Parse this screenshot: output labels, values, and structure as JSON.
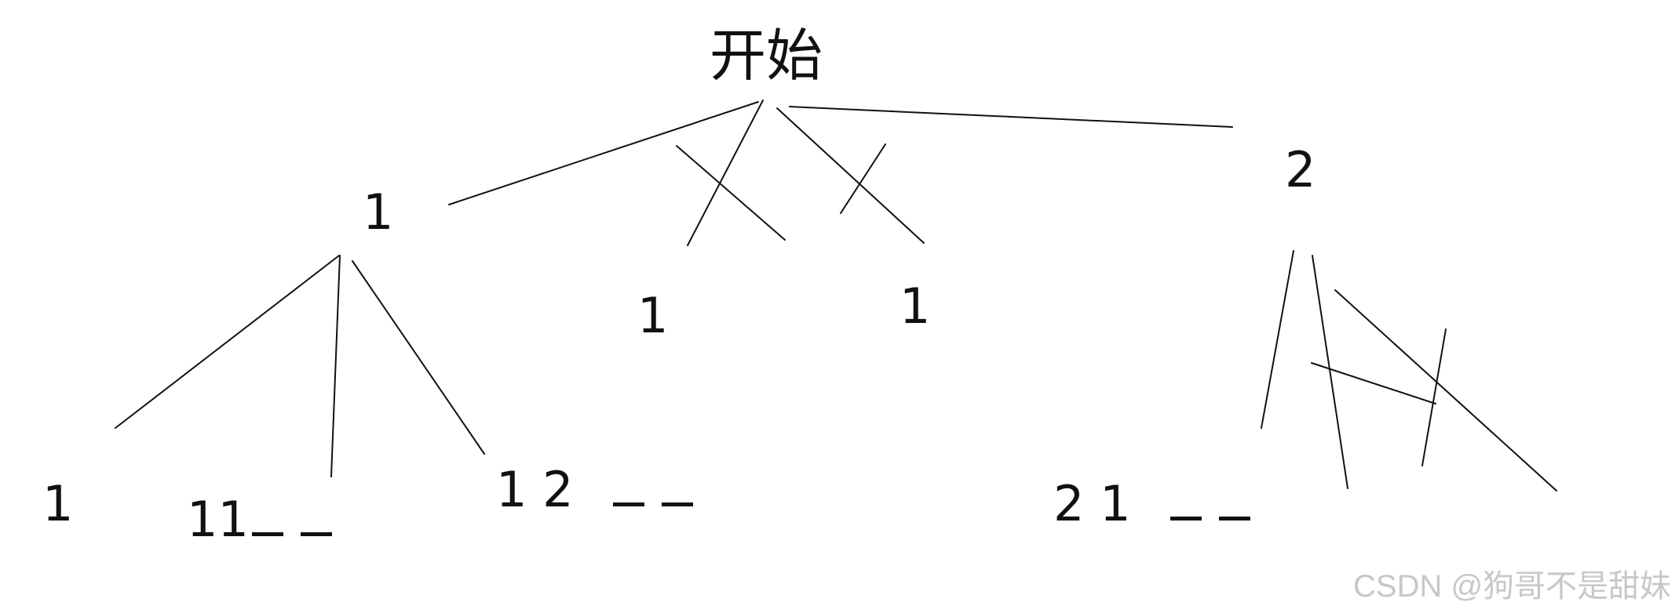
{
  "diagram": {
    "root": "开始",
    "level1": {
      "left": "1",
      "right": "2"
    },
    "crossed_middle": {
      "left": "1",
      "right": "1"
    },
    "leaves": {
      "a": "1",
      "b_prefix": "11",
      "c_prefix": "1 2",
      "d_prefix": "2 1"
    }
  },
  "watermark": "CSDN @狗哥不是甜妹"
}
